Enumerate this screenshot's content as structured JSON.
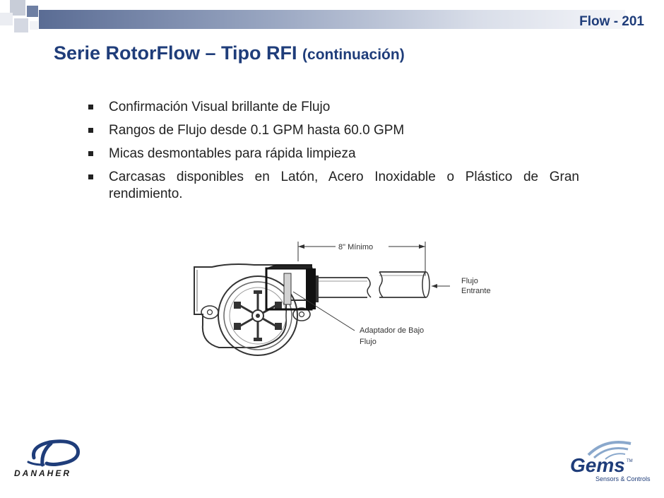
{
  "header": {
    "slide_number": "Flow - 201"
  },
  "title": {
    "main": "Serie RotorFlow – Tipo RFI",
    "sub": "(continuación)"
  },
  "bullets": [
    "Confirmación Visual brillante de Flujo",
    "Rangos de Flujo desde 0.1 GPM hasta 60.0 GPM",
    "Micas desmontables para rápida limpieza",
    "Carcasas disponibles en Latón, Acero Inoxidable o Plástico de Gran rendimiento."
  ],
  "diagram": {
    "dimension_label": "8\" Mínimo",
    "flow_label_line1": "Flujo",
    "flow_label_line2": "Entrante",
    "adapter_label_line1": "Adaptador de Bajo",
    "adapter_label_line2": "Flujo"
  },
  "logos": {
    "left_brand": "DANAHER",
    "right_brand": "Gems",
    "right_tm": "TM",
    "right_tagline": "Sensors & Controls"
  },
  "colors": {
    "title": "#1f3d7a",
    "bullet_text": "#222222",
    "decor_dark": "#6e7fa3",
    "decor_light": "#c8cdd8"
  }
}
